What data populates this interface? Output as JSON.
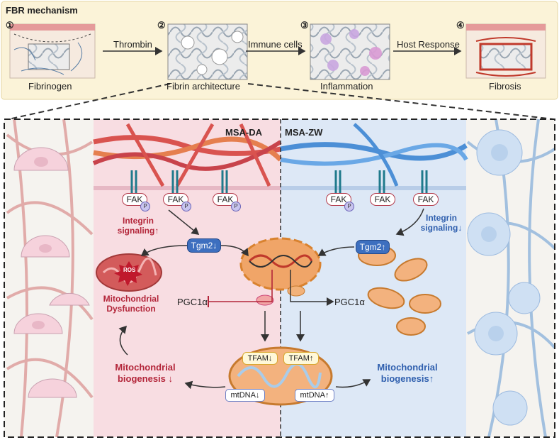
{
  "header": {
    "title": "FBR mechanism",
    "steps": [
      {
        "num": "①",
        "label": "Fibrinogen"
      },
      {
        "num": "②",
        "label": "Fibrin architecture"
      },
      {
        "num": "③",
        "label": "Inflammation"
      },
      {
        "num": "④",
        "label": "Fibrosis"
      }
    ],
    "arrows": [
      "Thrombin",
      "Immune cells",
      "Host Response"
    ]
  },
  "panels": {
    "left_title": "MSA-DA",
    "right_title": "MSA-ZW"
  },
  "left": {
    "fak": "FAK",
    "p": "P",
    "integrin": "Integrin signaling↑",
    "tgm2": "Tgm2↓",
    "ros": "ROS",
    "mito_dys": "Mitochondrial Dysfunction",
    "pgc": "PGC1α",
    "biogenesis": "Mitochondrial biogenesis ↓",
    "tfam": "TFAM↓",
    "mtdna": "mtDNA↓"
  },
  "right": {
    "fak": "FAK",
    "p": "P",
    "integrin": "Integrin signaling↓",
    "tgm2": "Tgm2↑",
    "pgc": "PGC1α",
    "biogenesis": "Mitochondrial biogenesis↑",
    "tfam": "TFAM↑",
    "mtdna": "mtDNA↑"
  },
  "colors": {
    "header_bg": "#fbf3d8",
    "left_bg": "#f8dde2",
    "right_bg": "#dde8f6",
    "red_text": "#b3263a",
    "blue_text": "#2f5fae",
    "red_fiber": "#d9534f",
    "blue_fiber": "#4c8fd6"
  }
}
